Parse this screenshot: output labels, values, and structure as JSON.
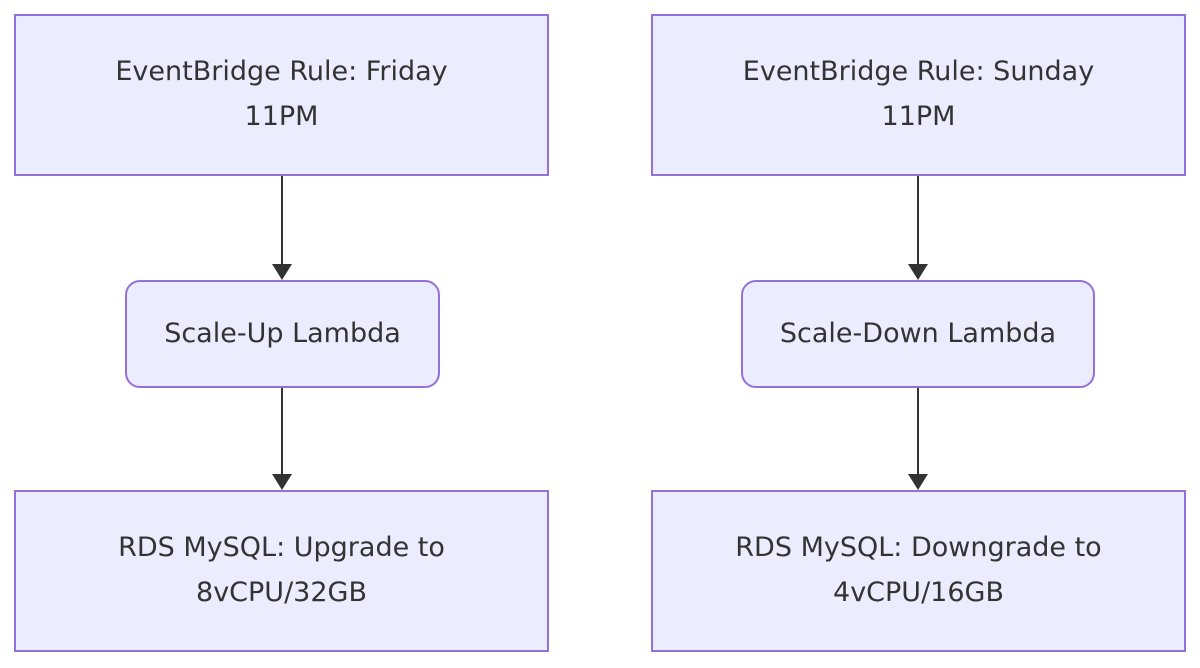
{
  "diagram": {
    "type": "flowchart",
    "direction": "top-down",
    "colors": {
      "node_fill": "#ECECFF",
      "node_border": "#9370DB",
      "arrow": "#333333",
      "text": "#333333",
      "background": "#FFFFFF"
    },
    "flows": [
      {
        "id": "scale-up",
        "nodes": [
          {
            "id": "eventbridge-friday",
            "shape": "rect",
            "label": "EventBridge Rule: Friday\n11PM"
          },
          {
            "id": "scale-up-lambda",
            "shape": "rounded",
            "label": "Scale-Up Lambda"
          },
          {
            "id": "rds-upgrade",
            "shape": "rect",
            "label": "RDS MySQL: Upgrade to\n8vCPU/32GB"
          }
        ],
        "edges": [
          {
            "from": "eventbridge-friday",
            "to": "scale-up-lambda"
          },
          {
            "from": "scale-up-lambda",
            "to": "rds-upgrade"
          }
        ]
      },
      {
        "id": "scale-down",
        "nodes": [
          {
            "id": "eventbridge-sunday",
            "shape": "rect",
            "label": "EventBridge Rule: Sunday\n11PM"
          },
          {
            "id": "scale-down-lambda",
            "shape": "rounded",
            "label": "Scale-Down Lambda"
          },
          {
            "id": "rds-downgrade",
            "shape": "rect",
            "label": "RDS MySQL: Downgrade to\n4vCPU/16GB"
          }
        ],
        "edges": [
          {
            "from": "eventbridge-sunday",
            "to": "scale-down-lambda"
          },
          {
            "from": "scale-down-lambda",
            "to": "rds-downgrade"
          }
        ]
      }
    ]
  }
}
